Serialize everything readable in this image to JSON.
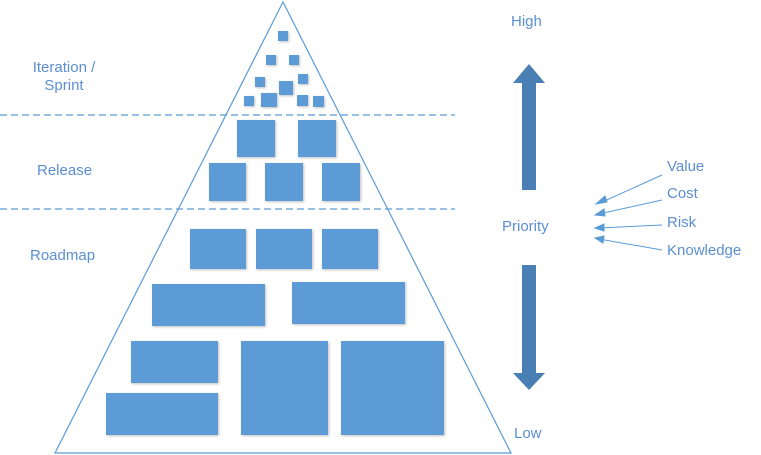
{
  "colors": {
    "primary": "#5b9bd5",
    "text": "#5b8fd1",
    "arrow": "#4a7fb5",
    "outline": "#5b9bd5"
  },
  "left_labels": {
    "iteration_line1": "Iteration /",
    "iteration_line2": "Sprint",
    "release": "Release",
    "roadmap": "Roadmap"
  },
  "priority": {
    "high": "High",
    "label": "Priority",
    "low": "Low"
  },
  "factors": [
    "Value",
    "Cost",
    "Risk",
    "Knowledge"
  ],
  "tiers": [
    "iteration",
    "release",
    "roadmap"
  ]
}
